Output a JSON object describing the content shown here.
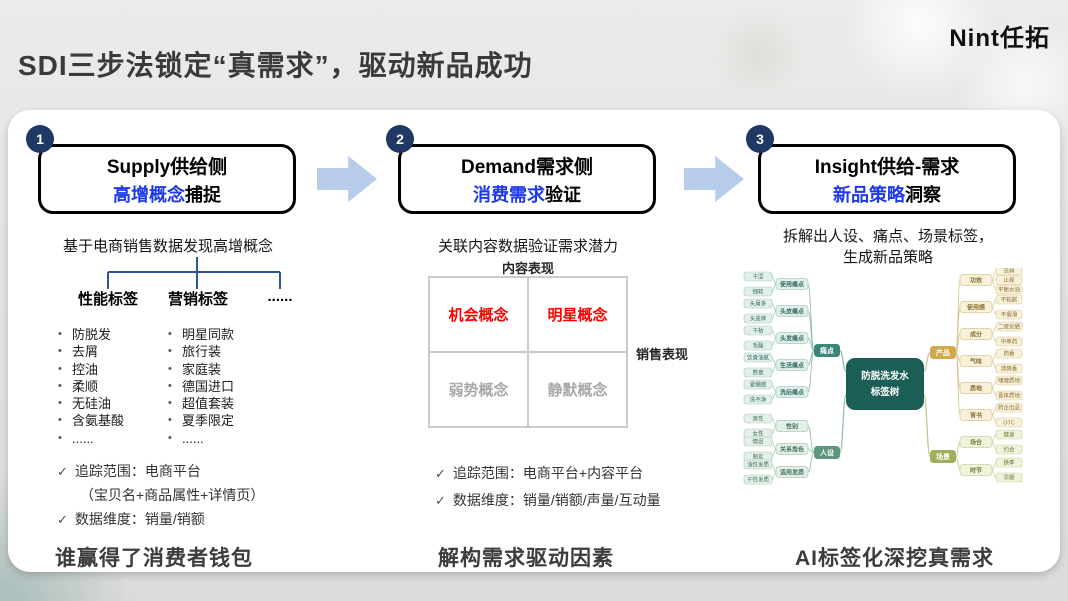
{
  "header": {
    "title": "SDI三步法锁定“真需求”，驱动新品成功",
    "logo": "Nint任拓"
  },
  "icons": {
    "check": "✓",
    "dots": "......"
  },
  "steps": [
    {
      "number": "1",
      "line1": "Supply供给侧",
      "highlight": "高增概念",
      "rest": "捕捉",
      "caption_lines": [
        "基于电商销售数据发现高增概念"
      ]
    },
    {
      "number": "2",
      "line1": "Demand需求侧",
      "highlight": "消费需求",
      "rest": "验证",
      "caption_lines": [
        "关联内容数据验证需求潜力"
      ]
    },
    {
      "number": "3",
      "line1": "Insight供给-需求",
      "highlight": "新品策略",
      "rest": "洞察",
      "caption_lines": [
        "拆解出人设、痛点、场景标签，",
        "生成新品策略"
      ]
    }
  ],
  "left_panel": {
    "tag_headers": [
      "性能标签",
      "营销标签",
      "......"
    ],
    "tag_columns": [
      {
        "items": [
          "防脱发",
          "去屑",
          "控油",
          "柔顺",
          "无硅油",
          "含氨基酸",
          "......"
        ]
      },
      {
        "items": [
          "明星同款",
          "旅行装",
          "家庭装",
          "德国进口",
          "超值套装",
          "夏季限定",
          "......"
        ]
      }
    ],
    "checks": [
      {
        "text": "追踪范围：电商平台",
        "sub": "（宝贝名+商品属性+详情页）"
      },
      {
        "text": "数据维度：销量/销额"
      }
    ],
    "footer": "谁赢得了消费者钱包"
  },
  "middle_panel": {
    "matrix": {
      "top_label": "内容表现",
      "right_label": "销售表现",
      "cells": [
        {
          "label": "机会概念",
          "tone": "red"
        },
        {
          "label": "明星概念",
          "tone": "red"
        },
        {
          "label": "弱势概念",
          "tone": "gray"
        },
        {
          "label": "静默概念",
          "tone": "gray"
        }
      ]
    },
    "checks": [
      {
        "text": "追踪范围：电商平台+内容平台"
      },
      {
        "text": "数据维度：销量/销额/声量/互动量"
      }
    ],
    "footer": "解构需求驱动因素"
  },
  "right_panel": {
    "footer": "AI标签化深挖真需求",
    "mindmap": {
      "center": [
        "防脱洗发水",
        "标签树"
      ],
      "branches": [
        {
          "label": "痛点",
          "groups": [
            {
              "label": "使用痛点",
              "leaves": [
                "干涩",
                "细软"
              ]
            },
            {
              "label": "头皮痛点",
              "leaves": [
                "头屑多",
                "头皮痒"
              ]
            },
            {
              "label": "头发痛点",
              "leaves": [
                "干枯",
                "毛躁"
              ]
            },
            {
              "label": "生活痛点",
              "leaves": [
                "饮食油腻",
                "熬夜"
              ]
            },
            {
              "label": "洗后痛点",
              "leaves": [
                "紧绷感",
                "洗不净"
              ]
            }
          ]
        },
        {
          "label": "产品",
          "groups": [
            {
              "label": "功效",
              "leaves": [
                "去屑",
                "止痒",
                "平衡水油"
              ]
            },
            {
              "label": "使用感",
              "leaves": [
                "不粘腻",
                "不假滑"
              ]
            },
            {
              "label": "成分",
              "leaves": [
                "二硫化硒",
                "中草药"
              ]
            },
            {
              "label": "气味",
              "leaves": [
                "药香",
                "清爽香"
              ]
            },
            {
              "label": "质地",
              "leaves": [
                "啫喱质地",
                "膏体质地"
              ]
            },
            {
              "label": "背书",
              "leaves": [
                "药企出品",
                "OTC"
              ]
            }
          ]
        },
        {
          "label": "人设",
          "groups": [
            {
              "label": "性别",
              "leaves": [
                "男性",
                "女性"
              ]
            },
            {
              "label": "关系角色",
              "leaves": [
                "情侣",
                "朋友"
              ]
            },
            {
              "label": "适用发质",
              "leaves": [
                "油性发质",
                "干性发质"
              ]
            }
          ]
        },
        {
          "label": "场景",
          "groups": [
            {
              "label": "场合",
              "leaves": [
                "健身",
                "约会"
              ]
            },
            {
              "label": "时节",
              "leaves": [
                "换季",
                "孕期"
              ]
            }
          ]
        }
      ]
    }
  }
}
